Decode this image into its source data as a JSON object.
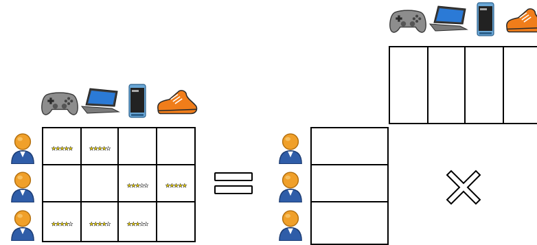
{
  "products": [
    {
      "name": "game-controller-icon"
    },
    {
      "name": "laptop-icon"
    },
    {
      "name": "smartphone-icon"
    },
    {
      "name": "sneaker-icon"
    }
  ],
  "users": [
    {
      "name": "user-avatar-icon"
    },
    {
      "name": "user-avatar-icon"
    },
    {
      "name": "user-avatar-icon"
    }
  ],
  "ratings": [
    [
      5,
      4,
      0,
      0
    ],
    [
      0,
      0,
      3,
      5
    ],
    [
      4,
      4,
      3,
      0
    ]
  ],
  "operators": {
    "equals": "equals-symbol",
    "multiply": "multiply-symbol"
  },
  "colors": {
    "avatar_head": "#f0a02a",
    "avatar_body": "#2f5da8",
    "star_fill": "#f5d90a",
    "shoe": "#f07d1a",
    "phone": "#4aa3d8",
    "grid_line": "#000000"
  }
}
